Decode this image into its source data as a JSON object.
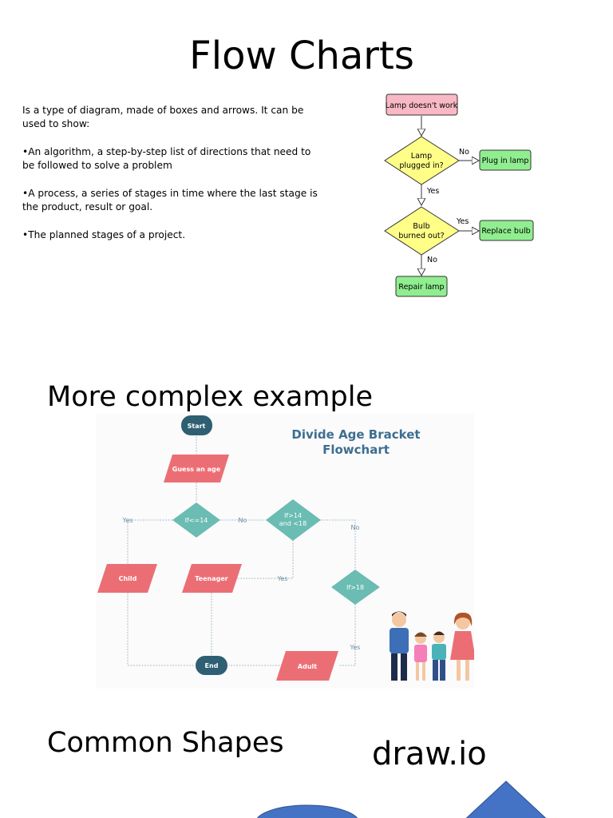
{
  "title": "Flow Charts",
  "intro": {
    "p1": "Is a type of diagram, made of boxes and arrows. It can be used to show:",
    "p2": "•An algorithm, a step-by-step list of directions that need to be followed to solve a problem",
    "p3": "•A process, a series of stages in time where the last stage is the product, result or goal.",
    "p4": "•The planned stages of a project."
  },
  "lamp_chart": {
    "start": "Lamp doesn't work",
    "q1_line1": "Lamp",
    "q1_line2": "plugged in?",
    "q1_no": "No",
    "q1_yes": "Yes",
    "action1": "Plug in lamp",
    "q2_line1": "Bulb",
    "q2_line2": "burned out?",
    "q2_yes": "Yes",
    "q2_no": "No",
    "action2": "Replace bulb",
    "end": "Repair lamp"
  },
  "complex_heading": "More complex example",
  "age_chart": {
    "title_line1": "Divide Age Bracket",
    "title_line2": "Flowchart",
    "start": "Start",
    "guess": "Guess an age",
    "d1": "If<=14",
    "d2_line1": "If>14",
    "d2_line2": "and <18",
    "d3": "If>18",
    "child": "Child",
    "teenager": "Teenager",
    "adult": "Adult",
    "end": "End",
    "yes1": "Yes",
    "no1": "No",
    "no2": "No",
    "yes2": "Yes",
    "yes3": "Yes"
  },
  "common_shapes_heading": "Common Shapes",
  "drawio_label": "draw.io",
  "colors": {
    "lamp_start_fill": "#f8b8c4",
    "lamp_decision_fill": "#ffff88",
    "lamp_action_fill": "#90ee90",
    "age_start_fill": "#2e5f73",
    "age_parallelogram_fill": "#ec6e75",
    "age_decision_fill": "#6bbcb3",
    "age_title_color": "#3d6e90",
    "shape_blue": "#4472c4"
  }
}
